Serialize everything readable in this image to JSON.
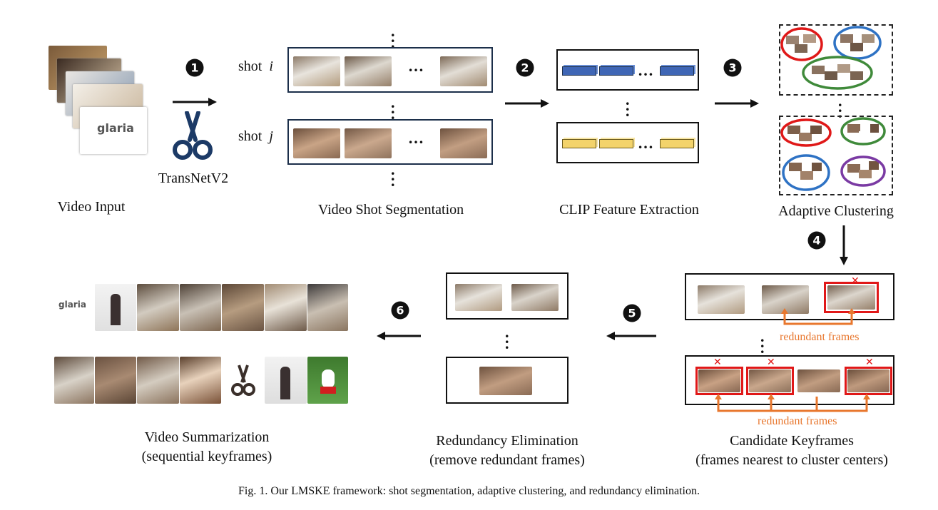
{
  "steps": {
    "s1": "1",
    "s2": "2",
    "s3": "3",
    "s4": "4",
    "s5": "5",
    "s6": "6"
  },
  "labels": {
    "video_input": "Video Input",
    "transnet": "TransNetV2",
    "shot_segmentation": "Video Shot Segmentation",
    "clip_extraction": "CLIP Feature Extraction",
    "adaptive_clustering": "Adaptive Clustering",
    "candidate_title": "Candidate Keyframes",
    "candidate_sub": "(frames nearest to cluster centers)",
    "redundancy_title": "Redundancy Elimination",
    "redundancy_sub": "(remove redundant frames)",
    "summary_title": "Video Summarization",
    "summary_sub": "(sequential keyframes)",
    "redundant_frames": "redundant frames"
  },
  "shots": {
    "shot_i_prefix": "shot",
    "shot_i_var": "i",
    "shot_j_prefix": "shot",
    "shot_j_var": "j",
    "ellipsis": "…"
  },
  "logo_text": "glaria",
  "caption": "Fig. 1.  Our LMSKE framework: shot segmentation, adaptive clustering, and redundancy elimination.",
  "colors": {
    "dark_frame_border": "#1c2f4a",
    "feature_blue": "#3f66b5",
    "feature_yellow": "#f3d36b",
    "cluster_red": "#e01818",
    "cluster_blue": "#2e72c4",
    "cluster_green": "#3f8a3a",
    "cluster_purple": "#7a3aa3",
    "redundant_orange": "#e8772e"
  },
  "icons": [
    "scissors-icon",
    "step-number-icon",
    "arrow-icon",
    "red-x-icon"
  ]
}
